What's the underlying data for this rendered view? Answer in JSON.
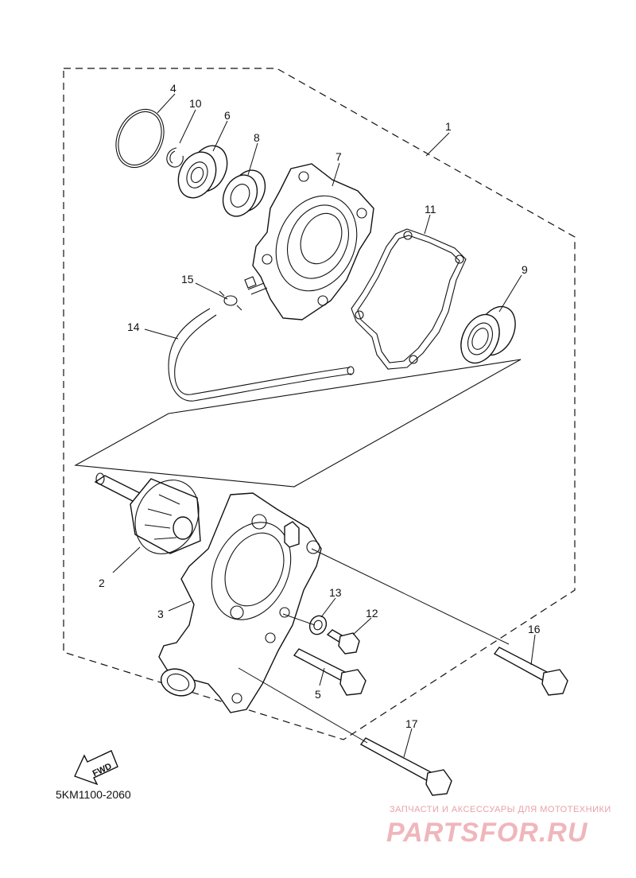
{
  "diagram": {
    "code": "5KM1100-2060",
    "fwd_label": "FWD",
    "callouts": [
      "1",
      "2",
      "3",
      "4",
      "5",
      "6",
      "7",
      "8",
      "9",
      "10",
      "11",
      "12",
      "13",
      "14",
      "15",
      "16",
      "17"
    ]
  },
  "watermark": {
    "subtitle": "ЗАПЧАСТИ И АКСЕССУАРЫ ДЛЯ МОТОТЕХНИКИ",
    "brand": "PARTSFOR.RU",
    "color": "#efb6bb"
  }
}
